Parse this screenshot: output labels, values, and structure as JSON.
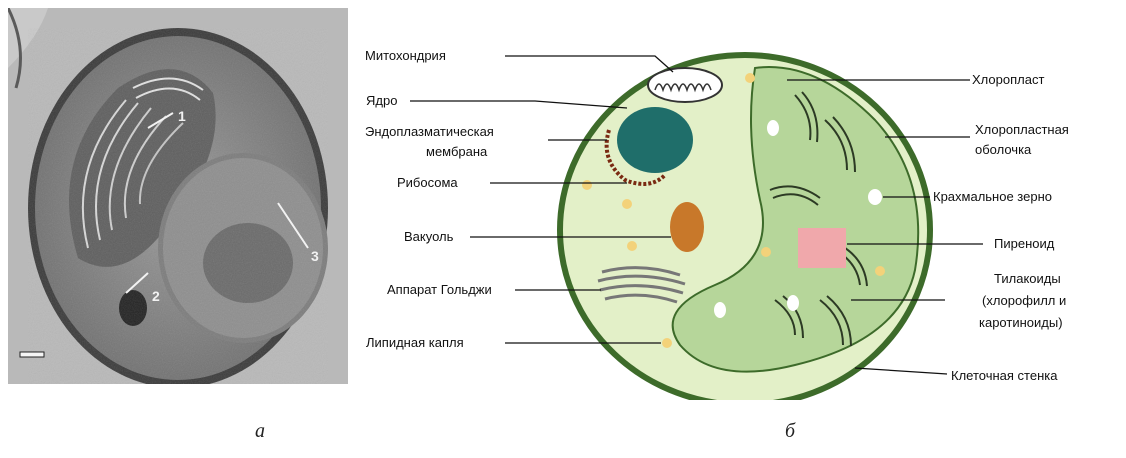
{
  "photo": {
    "markers": [
      "1",
      "2",
      "3"
    ]
  },
  "diagram": {
    "labels_left": {
      "mitochondria": "Митохондрия",
      "nucleus": "Ядро",
      "er_line1": "Эндоплазматическая",
      "er_line2": "мембрана",
      "ribosome": "Рибосома",
      "vacuole": "Вакуоль",
      "golgi": "Аппарат Гольджи",
      "lipid": "Липидная капля"
    },
    "labels_right": {
      "chloroplast": "Хлоропласт",
      "envelope_line1": "Хлоропластная",
      "envelope_line2": "оболочка",
      "starch": "Крахмальное зерно",
      "pyrenoid": "Пиреноид",
      "thylakoid_line1": "Тилакоиды",
      "thylakoid_line2": "(хлорофилл и",
      "thylakoid_line3": "каротиноиды)",
      "cell_wall": "Клеточная стенка"
    },
    "colors": {
      "cell_wall": "#3d6b2a",
      "cytoplasm": "#e3f0c8",
      "chloroplast": "#b6d69a",
      "nucleus": "#1f6e6a",
      "vacuole": "#c8782a",
      "pyrenoid": "#f0a8ab",
      "lipid": "#f3d27a",
      "er": "#7a2a12"
    }
  },
  "captions": {
    "a": "а",
    "b": "б"
  }
}
